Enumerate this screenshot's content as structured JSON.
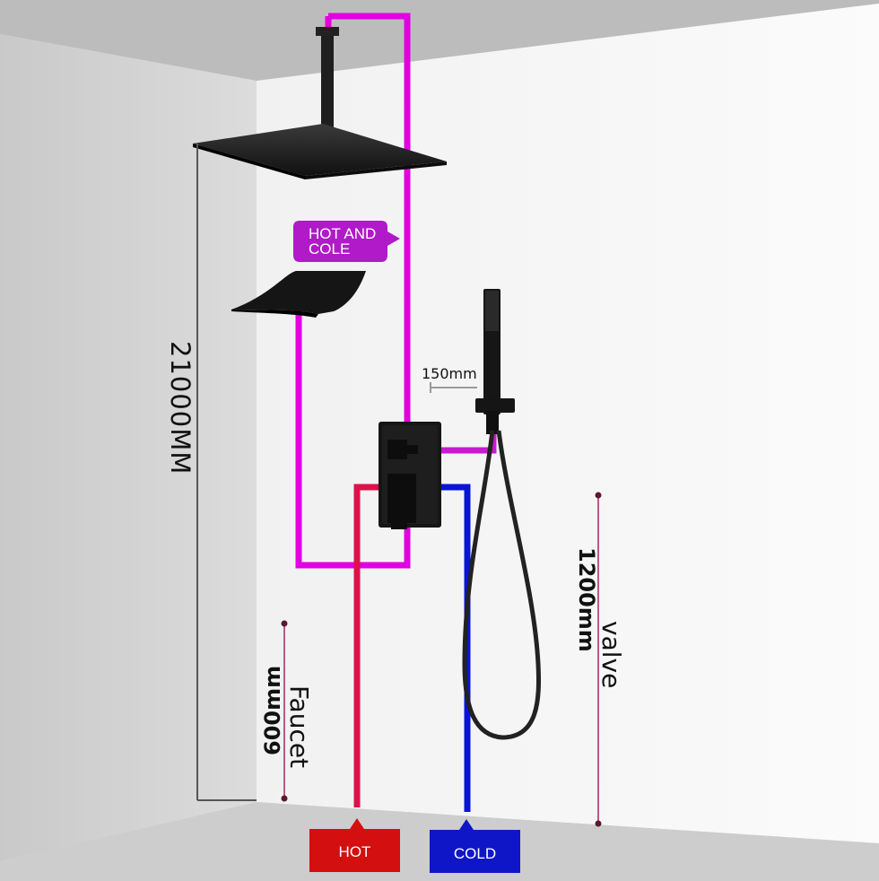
{
  "labels": {
    "height_total": "21000MM",
    "supply_note": "HOT AND\nCOLE",
    "hand_offset": "150mm",
    "valve_height": "1200mm",
    "valve": "valve",
    "faucet_height": "600mm",
    "faucet": "Faucet",
    "hot": "HOT",
    "cold": "COLD"
  },
  "colors": {
    "mixed_pipe": "#e100e1",
    "hot_pipe": "#e0104a",
    "cold_pipe": "#0a14d8",
    "hot_tag": "#d40f0f",
    "cold_tag": "#0f16c8",
    "note_tag": "#b01ac8",
    "fixture": "#1a1a1a"
  },
  "icons": [
    "rain-shower-head",
    "waterfall-spout",
    "mixer-valve",
    "hand-shower",
    "shower-hose"
  ]
}
